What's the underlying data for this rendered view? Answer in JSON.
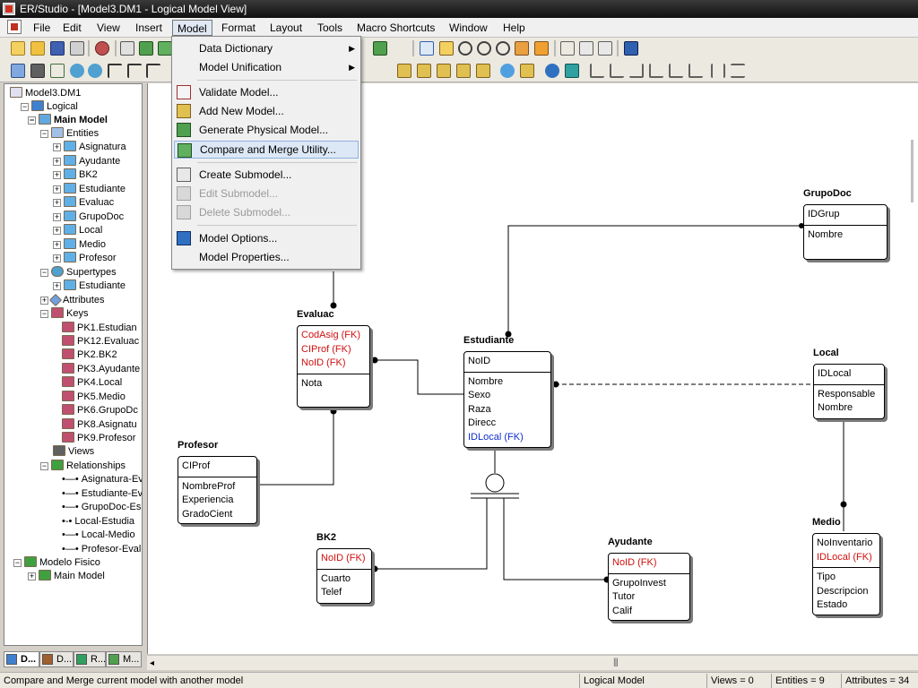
{
  "window": {
    "title": "ER/Studio - [Model3.DM1 - Logical Model View]"
  },
  "menubar": {
    "items": [
      "File",
      "Edit",
      "View",
      "Insert",
      "Model",
      "Format",
      "Layout",
      "Tools",
      "Macro Shortcuts",
      "Window",
      "Help"
    ],
    "active": "Model"
  },
  "model_menu": {
    "items": [
      {
        "label": "Data Dictionary",
        "icon": "none",
        "submenu": true,
        "enabled": true
      },
      {
        "label": "Model Unification",
        "icon": "none",
        "submenu": true,
        "enabled": true
      },
      {
        "label": "Validate Model...",
        "icon": "validate-check-icon",
        "enabled": true
      },
      {
        "label": "Add New Model...",
        "icon": "add-model-icon",
        "enabled": true
      },
      {
        "label": "Generate Physical Model...",
        "icon": "generate-physical-icon",
        "enabled": true
      },
      {
        "label": "Compare and Merge Utility...",
        "icon": "compare-merge-icon",
        "enabled": true,
        "highlighted": true
      },
      {
        "label": "Create Submodel...",
        "icon": "create-submodel-icon",
        "enabled": true
      },
      {
        "label": "Edit Submodel...",
        "icon": "edit-submodel-icon",
        "enabled": false
      },
      {
        "label": "Delete Submodel...",
        "icon": "delete-submodel-icon",
        "enabled": false
      },
      {
        "label": "Model Options...",
        "icon": "model-options-icon",
        "enabled": true
      },
      {
        "label": "Model Properties...",
        "icon": "none",
        "enabled": true
      }
    ]
  },
  "tree": {
    "root": "Model3.DM1",
    "logical": "Logical",
    "main_model": "Main Model",
    "entities_label": "Entities",
    "entities": [
      "Asignatura",
      "Ayudante",
      "BK2",
      "Estudiante",
      "Evaluac",
      "GrupoDoc",
      "Local",
      "Medio",
      "Profesor"
    ],
    "supertypes_label": "Supertypes",
    "supertypes": [
      "Estudiante"
    ],
    "attributes_label": "Attributes",
    "keys_label": "Keys",
    "keys": [
      "PK1.Estudian",
      "PK12.Evaluac",
      "PK2.BK2",
      "PK3.Ayudante",
      "PK4.Local",
      "PK5.Medio",
      "PK6.GrupoDc",
      "PK8.Asignatu",
      "PK9.Profesor"
    ],
    "views_label": "Views",
    "relationships_label": "Relationships",
    "relationships": [
      "Asignatura-Ev",
      "Estudiante-Ev",
      "GrupoDoc-Es",
      "Local-Estudia",
      "Local-Medio",
      "Profesor-Evalu"
    ],
    "physical": "Modelo Fisico",
    "physical_main": "Main Model",
    "tabs": [
      "D...",
      "D...",
      "R...",
      "M..."
    ]
  },
  "entities": {
    "grupodoc": {
      "name": "GrupoDoc",
      "keys": [
        "IDGrup"
      ],
      "attrs": [
        "Nombre"
      ]
    },
    "evaluac": {
      "name": "Evaluac",
      "keys": [
        "CodAsig (FK)",
        "CIProf (FK)",
        "NoID (FK)"
      ],
      "attrs": [
        "Nota"
      ]
    },
    "estudiante": {
      "name": "Estudiante",
      "keys": [
        "NoID"
      ],
      "attrs": [
        "Nombre",
        "Sexo",
        "Raza",
        "Direcc",
        "IDLocal (FK)"
      ]
    },
    "local": {
      "name": "Local",
      "keys": [
        "IDLocal"
      ],
      "attrs": [
        "Responsable",
        "Nombre"
      ]
    },
    "profesor": {
      "name": "Profesor",
      "keys": [
        "CIProf"
      ],
      "attrs": [
        "NombreProf",
        "Experiencia",
        "GradoCient"
      ]
    },
    "bk2": {
      "name": "BK2",
      "keys": [
        "NoID (FK)"
      ],
      "attrs": [
        "Cuarto",
        "Telef"
      ]
    },
    "ayudante": {
      "name": "Ayudante",
      "keys": [
        "NoID (FK)"
      ],
      "attrs": [
        "GrupoInvest",
        "Tutor",
        "Calif"
      ]
    },
    "medio": {
      "name": "Medio",
      "keys": [
        "NoInventario",
        "IDLocal (FK)"
      ],
      "attrs": [
        "Tipo",
        "Descripcion",
        "Estado"
      ]
    }
  },
  "status": {
    "message": "Compare and Merge current model with another model",
    "view": "Logical Model",
    "views": "Views = 0",
    "entities": "Entities = 9",
    "attributes": "Attributes = 34"
  },
  "colors": {
    "fk_red": "#d01010",
    "fk_blue": "#1030d0",
    "highlight": "#dde8f6"
  }
}
